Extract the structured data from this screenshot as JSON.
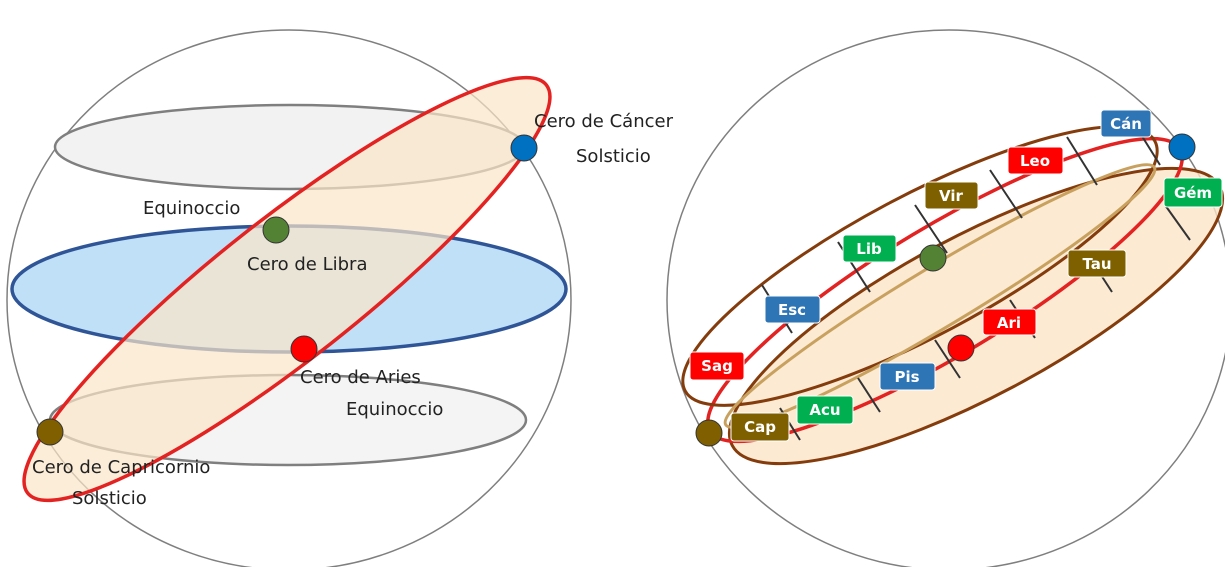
{
  "left_diagram": {
    "labels": {
      "cancer_line1": "Cero de Cáncer",
      "cancer_line2": "Solsticio",
      "equinox_top": "Equinoccio",
      "libra": "Cero de Libra",
      "aries_line1": "Cero de Aries",
      "aries_line2": "Equinoccio",
      "capricorn_line1": "Cero de Capricornio",
      "capricorn_line2": "Solsticio"
    },
    "colors": {
      "sphere_outline": "#7f7f7f",
      "tropic_plane_fill": "#f2f2f2",
      "tropic_plane_stroke": "#7f7f7f",
      "equator_fill": "#bfe0f7",
      "equator_stroke": "#2f5597",
      "ecliptic_fill": "#fbe5c8",
      "ecliptic_stroke": "#e32222",
      "cancer_point": "#0070c0",
      "libra_point": "#548235",
      "aries_point": "#ff0000",
      "capricorn_point": "#7f5f00"
    }
  },
  "right_diagram": {
    "signs": [
      {
        "label": "Cán",
        "color": "#2e75b6"
      },
      {
        "label": "Gém",
        "color": "#00b050"
      },
      {
        "label": "Leo",
        "color": "#ff0000"
      },
      {
        "label": "Vir",
        "color": "#7f6000"
      },
      {
        "label": "Lib",
        "color": "#00b050"
      },
      {
        "label": "Esc",
        "color": "#2e75b6"
      },
      {
        "label": "Sag",
        "color": "#ff0000"
      },
      {
        "label": "Cap",
        "color": "#7f6000"
      },
      {
        "label": "Acu",
        "color": "#00b050"
      },
      {
        "label": "Pis",
        "color": "#2e75b6"
      },
      {
        "label": "Ari",
        "color": "#ff0000"
      },
      {
        "label": "Tau",
        "color": "#7f6000"
      }
    ],
    "colors": {
      "sphere_outline": "#7f7f7f",
      "band_stroke": "#843c0c",
      "band_fill": "#fbe5c8",
      "ecliptic_stroke": "#e32222",
      "ecliptic_inner_stroke": "#c9a15f",
      "divider": "#333333"
    }
  }
}
